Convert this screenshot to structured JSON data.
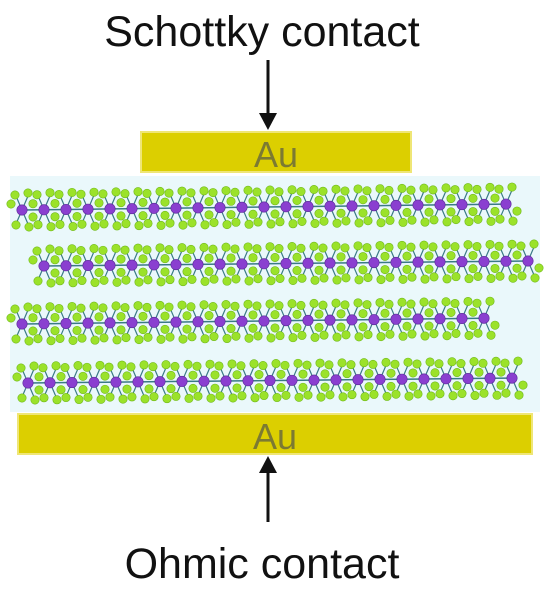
{
  "labels": {
    "schottky": "Schottky contact",
    "ohmic": "Ohmic contact"
  },
  "electrodes": {
    "top": "Au",
    "bottom": "Au"
  },
  "layers": {
    "count": 4
  },
  "colors": {
    "gold": "#dccf00",
    "gold_text": "#7c7a32",
    "chalcogen_atom": "#9be22a",
    "metal_atom": "#8a3fd0",
    "bond": "#3a7a86",
    "background_band": "#eaf8fb",
    "arrow": "#111111"
  }
}
